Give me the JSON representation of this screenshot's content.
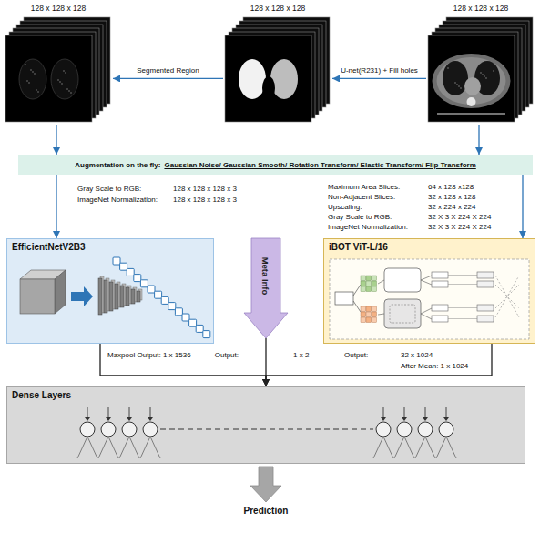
{
  "diagram": {
    "nodes": [
      {
        "text": [
          "128 x 128 x 128"
        ]
      },
      {
        "text": [
          "128 x 128 x 128"
        ]
      },
      {
        "text": [
          "128 x 128 x 128"
        ]
      },
      {
        "text": [
          "Augmentation on the fly:",
          "Gaussian Noise/ Gaussian Smooth/ Rotation Transform/ Elastic Transform/ Flip Transform"
        ]
      },
      {
        "text": [
          "EfficientNetV2B3"
        ]
      },
      {
        "text": [
          "iBOT ViT-L/16"
        ]
      },
      {
        "text": [
          "Meta Info"
        ]
      },
      {
        "text": [
          "Dense Layers"
        ]
      }
    ],
    "edges": [
      {
        "from": 2,
        "to": 1,
        "label": "U-net(R231) + Fill holes",
        "arrow": "to"
      },
      {
        "from": 1,
        "to": 0,
        "label": "Segmented Region",
        "arrow": "to"
      },
      {
        "from": 0,
        "to": 3,
        "arrow": "to"
      },
      {
        "from": 2,
        "to": 3,
        "arrow": "to"
      },
      {
        "from": 3,
        "to": 4,
        "arrow": "to"
      },
      {
        "from": 3,
        "to": 5,
        "arrow": "to"
      },
      {
        "from": 4,
        "to": 7,
        "arrow": "to"
      },
      {
        "from": 6,
        "to": 7,
        "arrow": "to"
      },
      {
        "from": 5,
        "to": 7,
        "arrow": "to"
      }
    ],
    "labels": [
      "Gray Scale to RGB:",
      "128 x 128 x 128 x 3",
      "ImageNet Normalization:",
      "128 x 128 x 128 x 3",
      "Maximum Area Slices:",
      "64 x 128 x128",
      "Non-Adjacent Slices:",
      "32 x 128 x 128",
      "Upscaling:",
      "32 x 224 x 224",
      "Gray Scale to RGB:",
      "32 X 3 X 224 X 224",
      "ImageNet Normalization:",
      "32 X 3 X 224 X 224",
      "Maxpool Output: 1 x 1536",
      "Output:",
      "1 x 2",
      "Output:",
      "32 x 1024",
      "After Mean: 1 x 1024",
      "Prediction"
    ]
  }
}
